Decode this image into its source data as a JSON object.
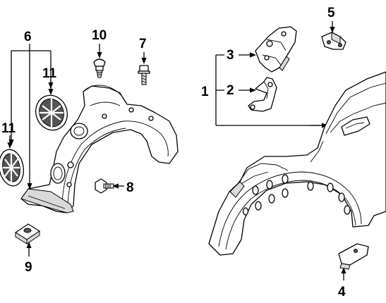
{
  "callouts": {
    "c1": "1",
    "c2": "2",
    "c3": "3",
    "c4": "4",
    "c5": "5",
    "c6": "6",
    "c7": "7",
    "c8": "8",
    "c9": "9",
    "c10": "10",
    "c11a": "11",
    "c11b": "11"
  }
}
